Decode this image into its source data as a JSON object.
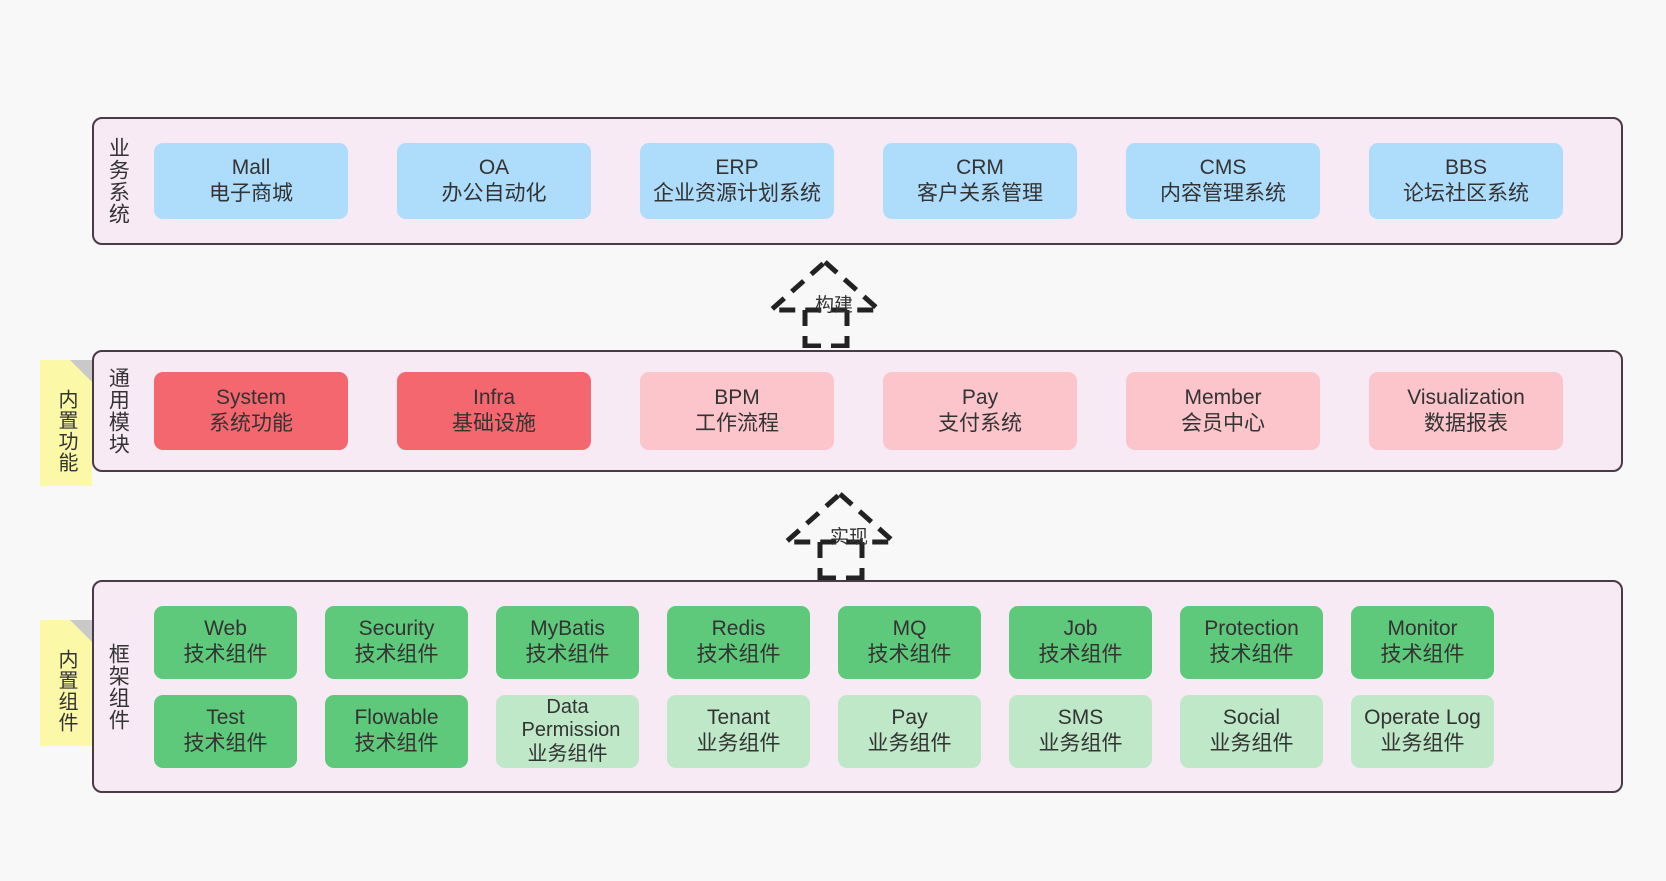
{
  "diagram": {
    "background_color": "#f8f8f8",
    "layer_background": "#f7eaf4",
    "layer_border": "#4a3a46"
  },
  "layers": [
    {
      "id": "business-system",
      "title": "业务系统",
      "nodes": [
        {
          "title": "Mall",
          "sub": "电子商城",
          "color": "#aedcfb"
        },
        {
          "title": "OA",
          "sub": "办公自动化",
          "color": "#aedcfb"
        },
        {
          "title": "ERP",
          "sub": "企业资源计划系统",
          "color": "#aedcfb"
        },
        {
          "title": "CRM",
          "sub": "客户关系管理",
          "color": "#aedcfb"
        },
        {
          "title": "CMS",
          "sub": "内容管理系统",
          "color": "#aedcfb"
        },
        {
          "title": "BBS",
          "sub": "论坛社区系统",
          "color": "#aedcfb"
        }
      ]
    },
    {
      "id": "common-module",
      "title": "通用模块",
      "sticky": "内置功能",
      "nodes": [
        {
          "title": "System",
          "sub": "系统功能",
          "color": "#f4676e"
        },
        {
          "title": "Infra",
          "sub": "基础设施",
          "color": "#f4676e"
        },
        {
          "title": "BPM",
          "sub": "工作流程",
          "color": "#fbc5cb"
        },
        {
          "title": "Pay",
          "sub": "支付系统",
          "color": "#fbc5cb"
        },
        {
          "title": "Member",
          "sub": "会员中心",
          "color": "#fbc5cb"
        },
        {
          "title": "Visualization",
          "sub": "数据报表",
          "color": "#fbc5cb"
        }
      ]
    },
    {
      "id": "framework-component",
      "title": "框架组件",
      "sticky": "内置组件",
      "rows": [
        [
          {
            "title": "Web",
            "sub": "技术组件",
            "color": "#5fc97b"
          },
          {
            "title": "Security",
            "sub": "技术组件",
            "color": "#5fc97b"
          },
          {
            "title": "MyBatis",
            "sub": "技术组件",
            "color": "#5fc97b"
          },
          {
            "title": "Redis",
            "sub": "技术组件",
            "color": "#5fc97b"
          },
          {
            "title": "MQ",
            "sub": "技术组件",
            "color": "#5fc97b"
          },
          {
            "title": "Job",
            "sub": "技术组件",
            "color": "#5fc97b"
          },
          {
            "title": "Protection",
            "sub": "技术组件",
            "color": "#5fc97b"
          },
          {
            "title": "Monitor",
            "sub": "技术组件",
            "color": "#5fc97b"
          }
        ],
        [
          {
            "title": "Test",
            "sub": "技术组件",
            "color": "#5fc97b"
          },
          {
            "title": "Flowable",
            "sub": "技术组件",
            "color": "#5fc97b"
          },
          {
            "title": "Data Permission",
            "sub": "业务组件",
            "color": "#bfe8c8"
          },
          {
            "title": "Tenant",
            "sub": "业务组件",
            "color": "#bfe8c8"
          },
          {
            "title": "Pay",
            "sub": "业务组件",
            "color": "#bfe8c8"
          },
          {
            "title": "SMS",
            "sub": "业务组件",
            "color": "#bfe8c8"
          },
          {
            "title": "Social",
            "sub": "业务组件",
            "color": "#bfe8c8"
          },
          {
            "title": "Operate Log",
            "sub": "业务组件",
            "color": "#bfe8c8"
          }
        ]
      ]
    }
  ],
  "connectors": [
    {
      "id": "build",
      "label": "构建",
      "style": "dashed-generalization"
    },
    {
      "id": "implement",
      "label": "实现",
      "style": "dashed-generalization"
    }
  ]
}
